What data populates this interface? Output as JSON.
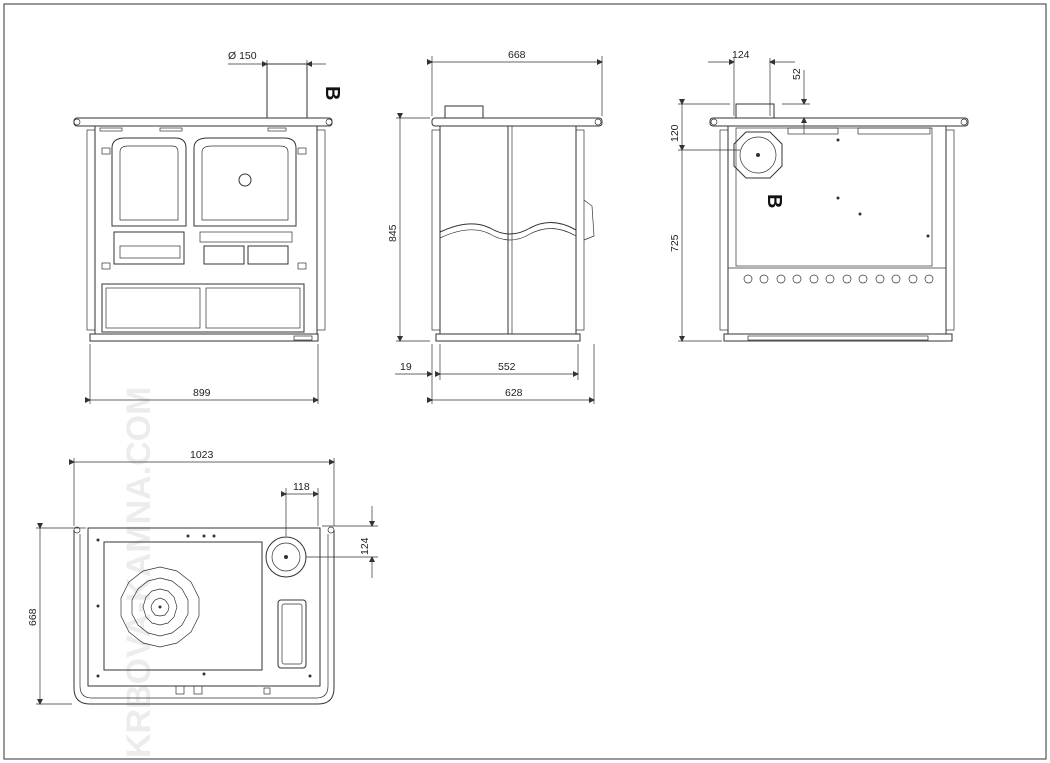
{
  "watermark": "KRBOVA-KAMNA.COM",
  "front": {
    "flue_dim": "Ø 150",
    "flue_label": "B",
    "width_dim": "899"
  },
  "side": {
    "depth_top_dim": "668",
    "height_dim": "845",
    "offset_dim": "19",
    "inner_depth_dim": "552",
    "base_depth_dim": "628"
  },
  "back": {
    "flue_offset_dim": "124",
    "top_dim": "52",
    "flue_height_dim": "120",
    "body_height_dim": "725",
    "flue_label": "B"
  },
  "top": {
    "width_dim": "1023",
    "flue_offset_dim": "118",
    "flue_depth_dim": "124",
    "depth_dim": "668"
  }
}
